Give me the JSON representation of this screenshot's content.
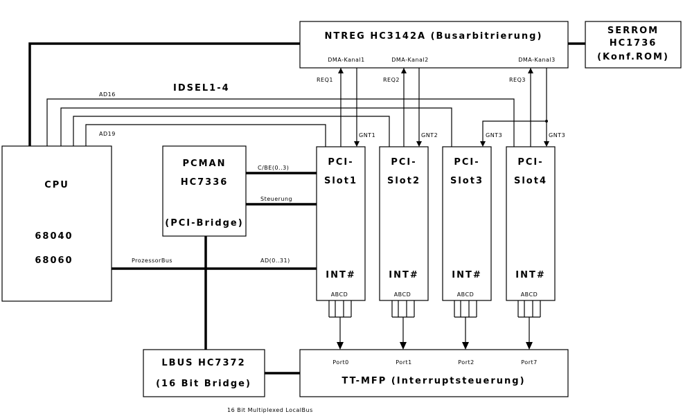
{
  "boxes": {
    "ntreg": {
      "line1": "NTREG HC3142A (Busarbitrierung)",
      "dma1": "DMA-Kanal1",
      "dma2": "DMA-Kanal2",
      "dma3": "DMA-Kanal3"
    },
    "serrom": {
      "line1": "SERROM",
      "line2": "HC1736",
      "line3": "(Konf.ROM)"
    },
    "cpu": {
      "title": "CPU",
      "line1": "68040",
      "line2": "68060"
    },
    "pcman": {
      "line1": "PCMAN",
      "line2": "HC7336",
      "line3": "(PCI-Bridge)"
    },
    "slots": [
      {
        "line1": "PCI-",
        "line2": "Slot1",
        "int": "INT#",
        "pins": "ABCD"
      },
      {
        "line1": "PCI-",
        "line2": "Slot2",
        "int": "INT#",
        "pins": "ABCD"
      },
      {
        "line1": "PCI-",
        "line2": "Slot3",
        "int": "INT#",
        "pins": "ABCD"
      },
      {
        "line1": "PCI-",
        "line2": "Slot4",
        "int": "INT#",
        "pins": "ABCD"
      }
    ],
    "lbus": {
      "line1": "LBUS HC7372",
      "line2": "(16 Bit Bridge)"
    },
    "ttmfp": {
      "title": "TT-MFP (Interruptsteuerung)",
      "port0": "Port0",
      "port1": "Port1",
      "port2": "Port2",
      "port7": "Port7"
    }
  },
  "labels": {
    "idsel": "IDSEL1-4",
    "ad16": "AD16",
    "ad19": "AD19",
    "cbe": "C/BE(0..3)",
    "steuerung": "Steuerung",
    "prozessorbus": "ProzessorBus",
    "ad031": "AD(0..31)",
    "req1": "REQ1",
    "req2": "REQ2",
    "req3": "REQ3",
    "gnt1": "GNT1",
    "gnt2": "GNT2",
    "gnt3": "GNT3",
    "gnt3b": "GNT3",
    "localbus": "16 Bit Multiplexed LocalBus"
  }
}
